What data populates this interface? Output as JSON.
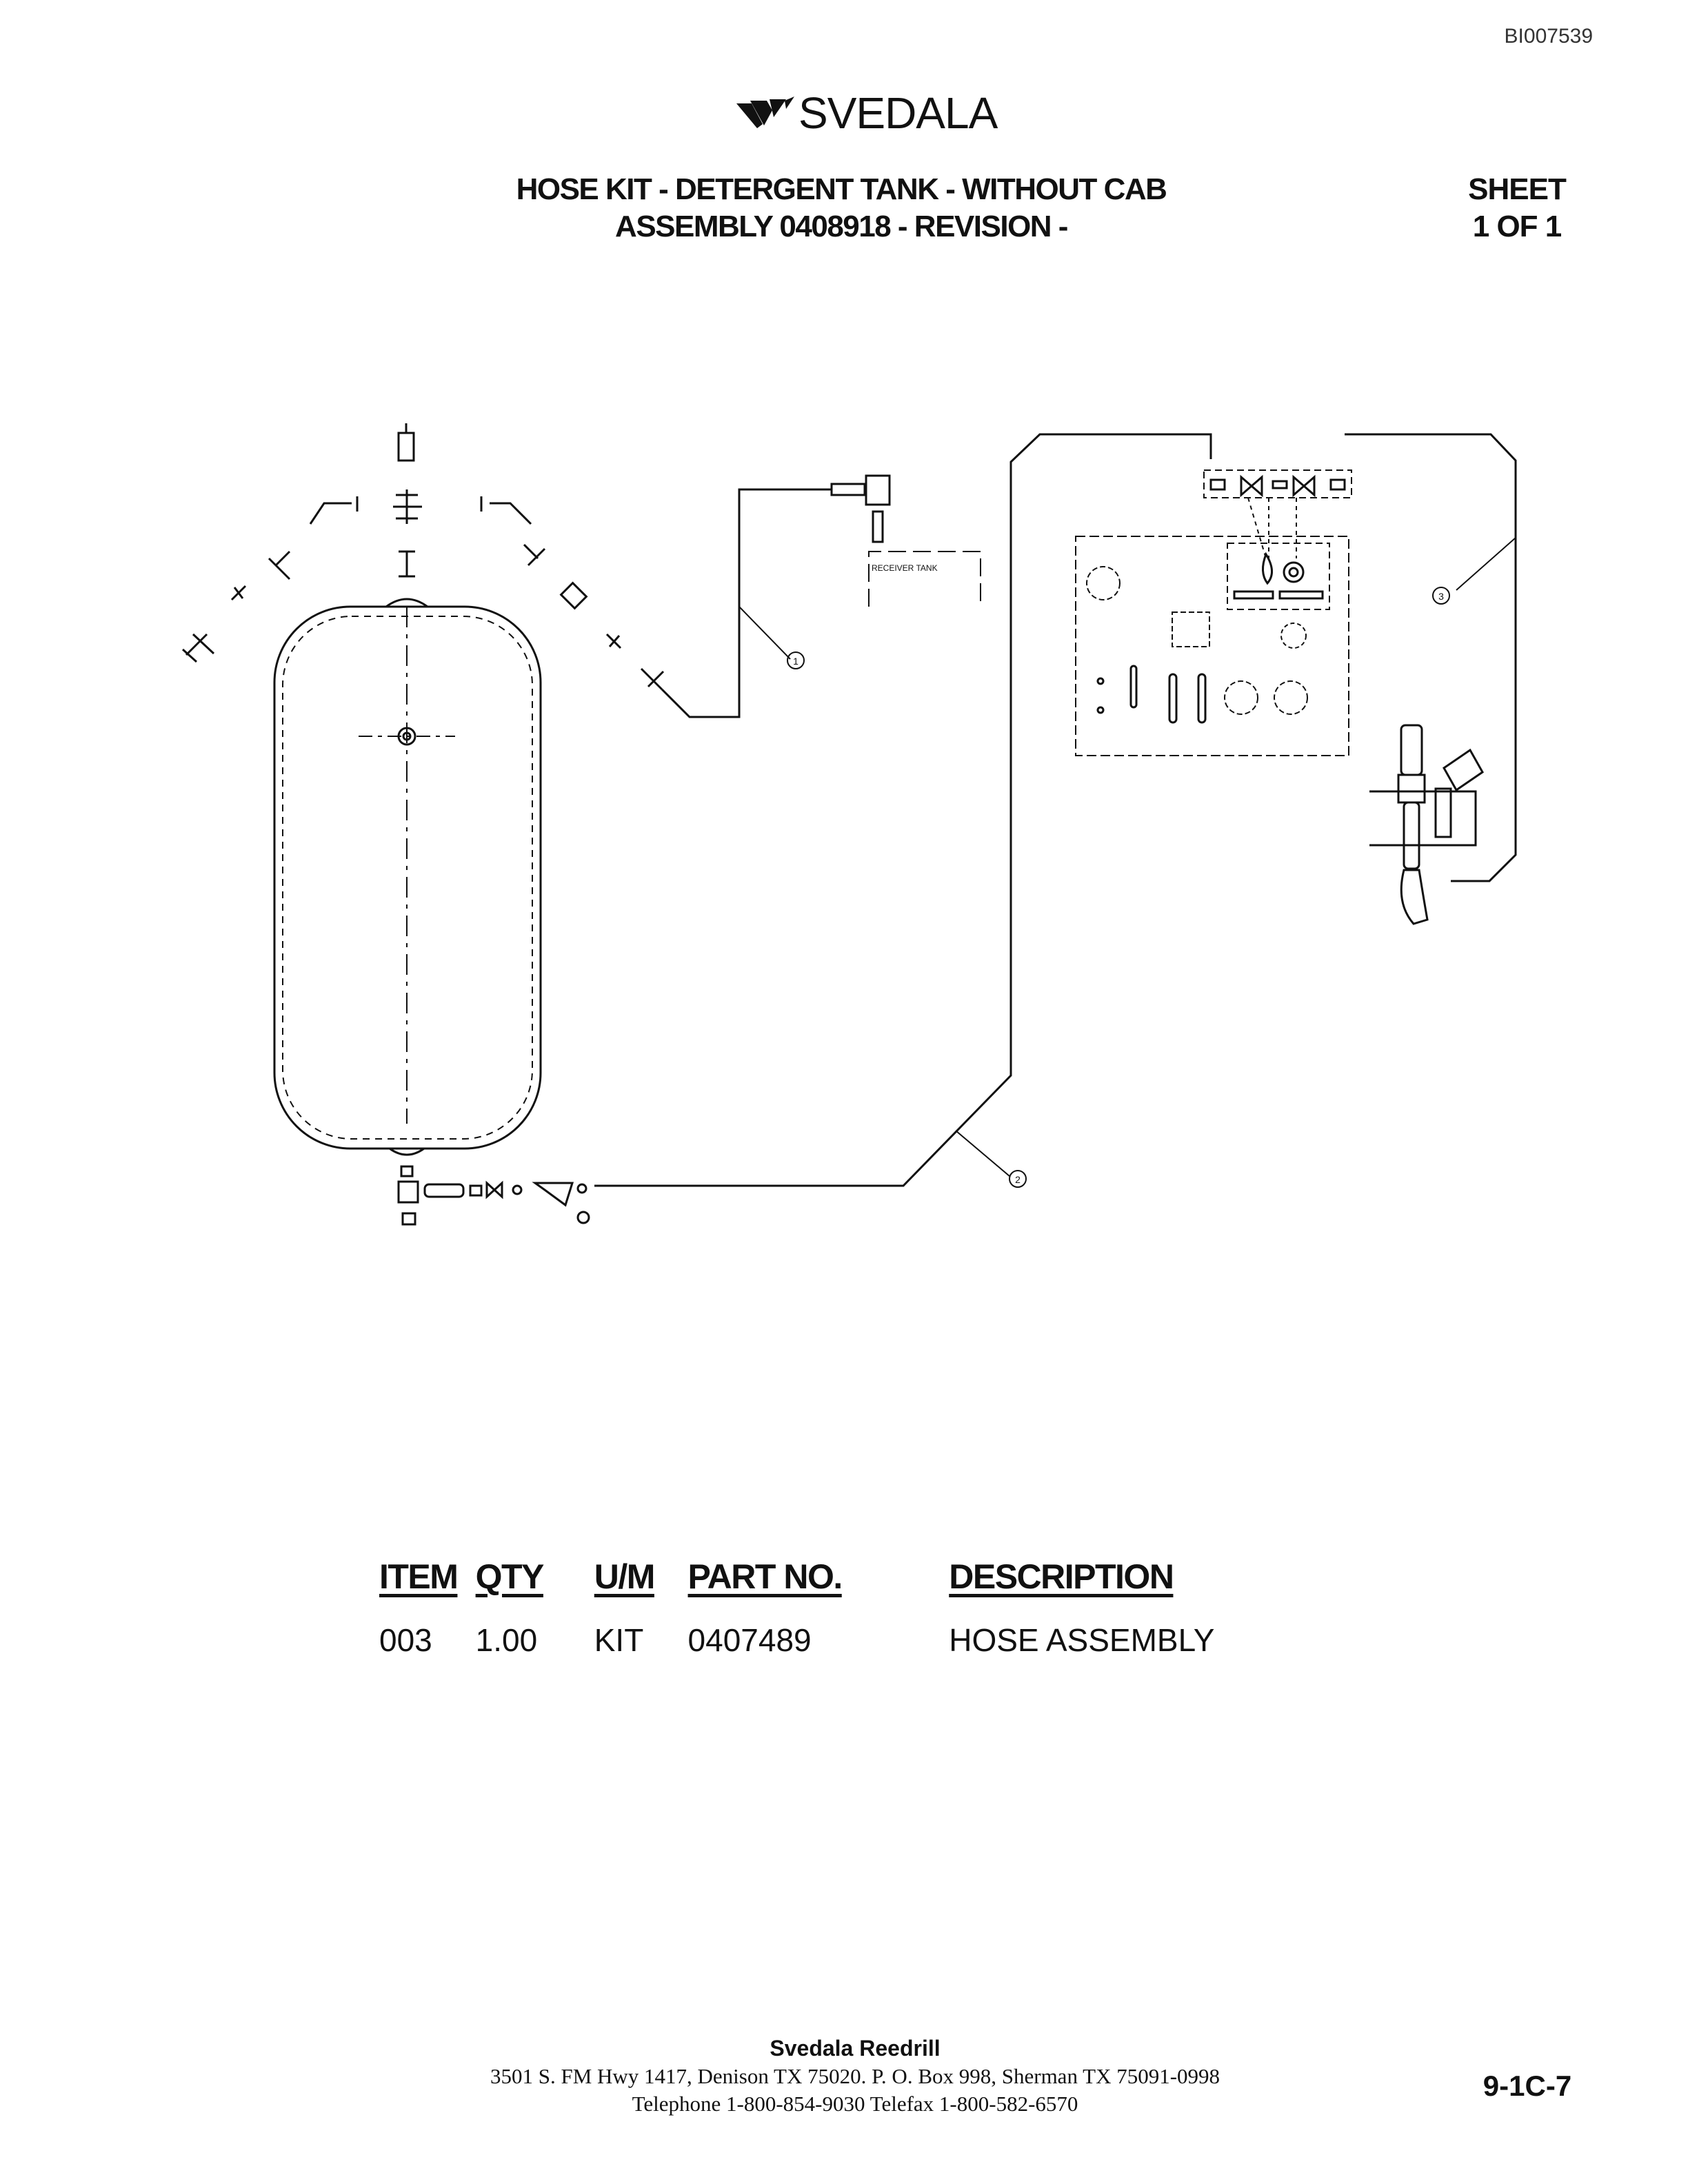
{
  "header": {
    "doc_id": "BI007539",
    "brand": "SVEDALA",
    "title_line1": "HOSE KIT - DETERGENT TANK - WITHOUT CAB",
    "title_line2": "ASSEMBLY 0408918 - REVISION -",
    "sheet_line1": "SHEET",
    "sheet_line2": "1 OF 1"
  },
  "drawing": {
    "receiver_label": "RECEIVER TANK",
    "callouts": [
      "1",
      "2",
      "3"
    ]
  },
  "parts_table": {
    "columns": [
      "ITEM",
      "QTY",
      "U/M",
      "PART NO.",
      "DESCRIPTION"
    ],
    "rows": [
      [
        "003",
        "1.00",
        "KIT",
        "0407489",
        "HOSE ASSEMBLY"
      ]
    ]
  },
  "footer": {
    "company": "Svedala Reedrill",
    "address": "3501 S. FM Hwy 1417, Denison TX 75020.   P. O. Box 998, Sherman TX 75091-0998",
    "phone": "Telephone 1-800-854-9030 Telefax 1-800-582-6570",
    "page_number": "9-1C-7"
  }
}
